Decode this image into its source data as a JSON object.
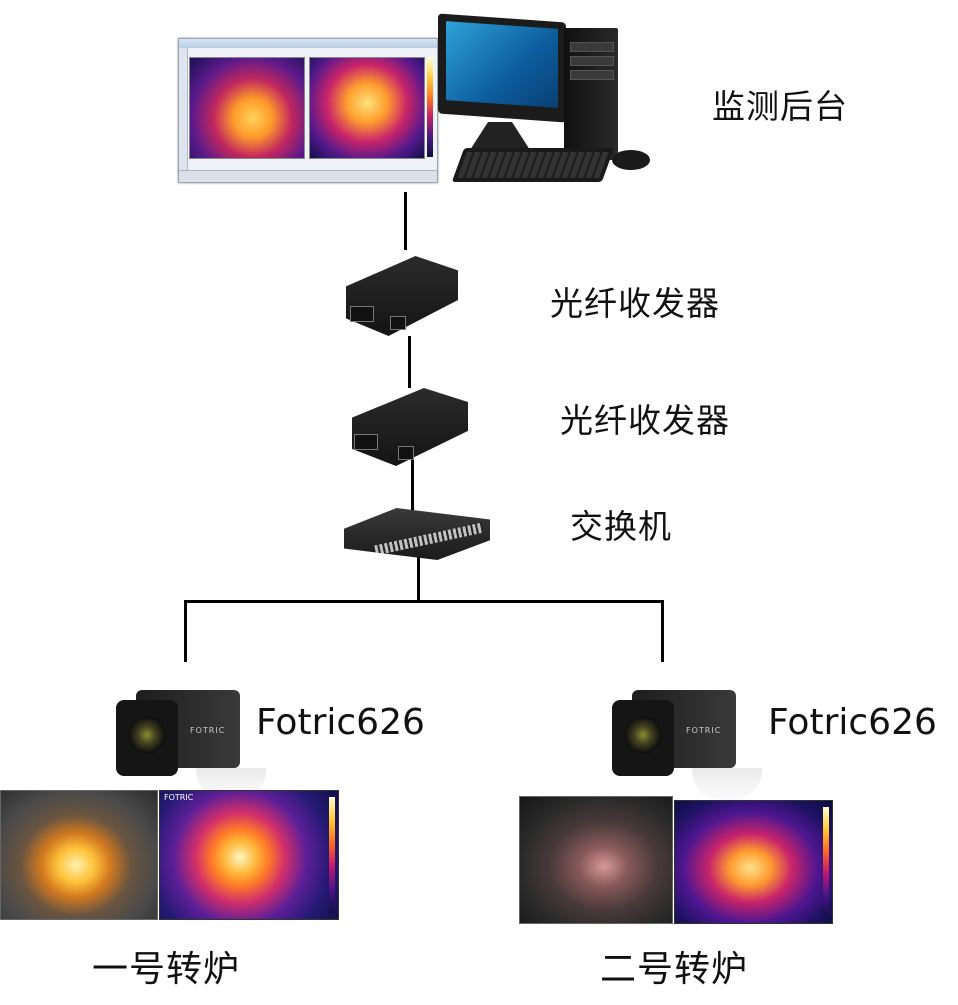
{
  "nodes": {
    "backend_label": "监测后台",
    "transceiver1_label": "光纤收发器",
    "transceiver2_label": "光纤收发器",
    "switch_label": "交换机",
    "camera1_label": "Fotric626",
    "camera2_label": "Fotric626",
    "furnace1_label": "一号转炉",
    "furnace2_label": "二号转炉"
  },
  "thermal_view1": {
    "brand": "FOTRIC"
  },
  "camera_branding": {
    "brand": "FOTRIC"
  },
  "colors": {
    "line": "#000000",
    "thermal_hot": "#ffd35a",
    "thermal_cold": "#1a1050"
  }
}
